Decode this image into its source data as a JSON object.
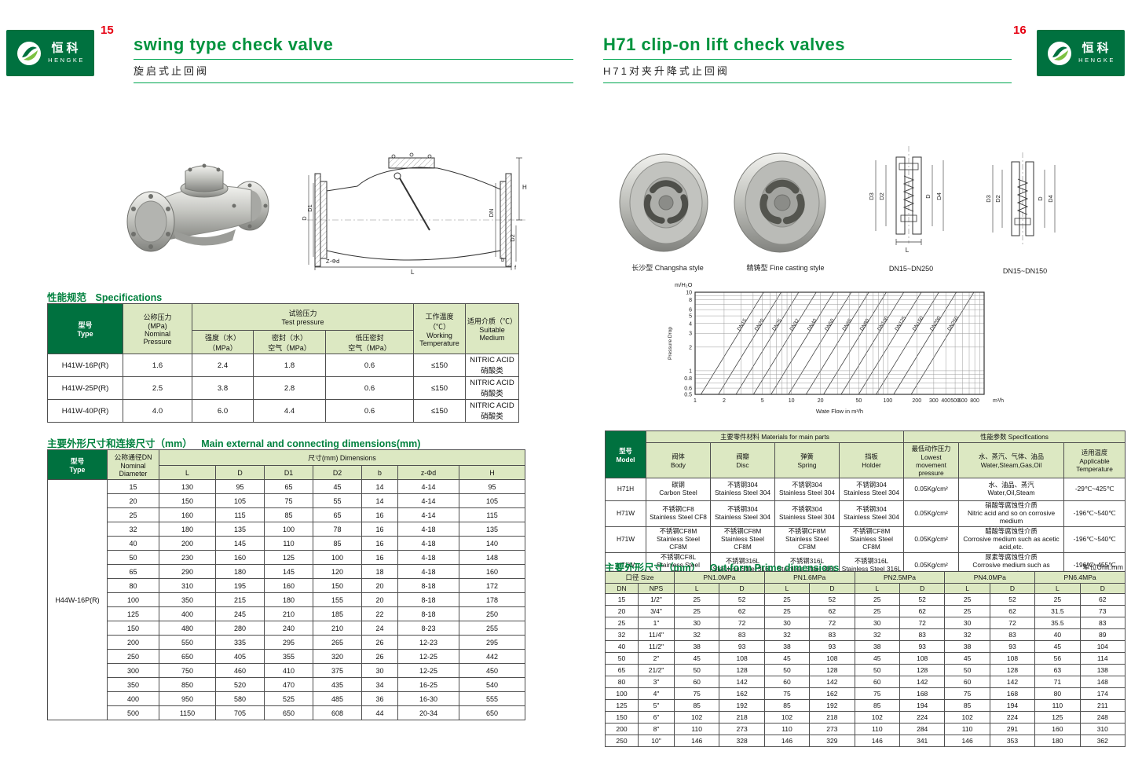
{
  "brand": {
    "zh": "恒科",
    "en": "HENGKE"
  },
  "left_page": {
    "number": "15",
    "title_en": "swing type check valve",
    "title_zh": "旋启式止回阀",
    "spec_heading": {
      "zh": "性能规范",
      "en": "Specifications"
    },
    "spec_table": {
      "h_type": "型号\nType",
      "h_nominal": "公称压力\n(MPa)\nNominal\nPressure",
      "h_test": "试验压力\nTest pressure",
      "h_strength": "强度（水）\n（MPa）",
      "h_seal": "密封（水）\n空气（MPa）",
      "h_lowseal": "低压密封\n空气（MPa）",
      "h_working": "工作温度（℃）\nWorking\nTemperature",
      "h_medium": "适用介质（℃）\nSuitable\nMedium",
      "rows": [
        [
          "H41W-16P(R)",
          "1.6",
          "2.4",
          "1.8",
          "0.6",
          "≤150",
          "NITRIC ACID\n硝酸类"
        ],
        [
          "H41W-25P(R)",
          "2.5",
          "3.8",
          "2.8",
          "0.6",
          "≤150",
          "NITRIC ACID\n硝酸类"
        ],
        [
          "H41W-40P(R)",
          "4.0",
          "6.0",
          "4.4",
          "0.6",
          "≤150",
          "NITRIC ACID\n硝酸类"
        ]
      ]
    },
    "dims_heading": {
      "zh": "主要外形尺寸和连接尺寸（mm）",
      "en": "Main external and connecting dimensions(mm)"
    },
    "dims_table": {
      "h_type": "型号\nType",
      "h_dn": "公称通径DN\nNominal\nDiameter",
      "h_dims": "尺寸(mm) Dimensions",
      "cols": [
        "L",
        "D",
        "D1",
        "D2",
        "b",
        "z-Φd",
        "H"
      ],
      "rows": [
        [
          {
            "t": "H44W-16P(R)",
            "rs": 17,
            "cls": "model-cell"
          },
          "15",
          "130",
          "95",
          "65",
          "45",
          "14",
          "4-14",
          "95"
        ],
        [
          "20",
          "150",
          "105",
          "75",
          "55",
          "14",
          "4-14",
          "105"
        ],
        [
          "25",
          "160",
          "115",
          "85",
          "65",
          "16",
          "4-14",
          "115"
        ],
        [
          "32",
          "180",
          "135",
          "100",
          "78",
          "16",
          "4-18",
          "135"
        ],
        [
          "40",
          "200",
          "145",
          "110",
          "85",
          "16",
          "4-18",
          "140"
        ],
        [
          "50",
          "230",
          "160",
          "125",
          "100",
          "16",
          "4-18",
          "148"
        ],
        [
          "65",
          "290",
          "180",
          "145",
          "120",
          "18",
          "4-18",
          "160"
        ],
        [
          "80",
          "310",
          "195",
          "160",
          "150",
          "20",
          "8-18",
          "172"
        ],
        [
          "100",
          "350",
          "215",
          "180",
          "155",
          "20",
          "8-18",
          "178"
        ],
        [
          "125",
          "400",
          "245",
          "210",
          "185",
          "22",
          "8-18",
          "250"
        ],
        [
          "150",
          "480",
          "280",
          "240",
          "210",
          "24",
          "8-23",
          "255"
        ],
        [
          "200",
          "550",
          "335",
          "295",
          "265",
          "26",
          "12-23",
          "295"
        ],
        [
          "250",
          "650",
          "405",
          "355",
          "320",
          "26",
          "12-25",
          "442"
        ],
        [
          "300",
          "750",
          "460",
          "410",
          "375",
          "30",
          "12-25",
          "450"
        ],
        [
          "350",
          "850",
          "520",
          "470",
          "435",
          "34",
          "16-25",
          "540"
        ],
        [
          "400",
          "950",
          "580",
          "525",
          "485",
          "36",
          "16-30",
          "555"
        ],
        [
          "500",
          "1150",
          "705",
          "650",
          "608",
          "44",
          "20-34",
          "650"
        ]
      ]
    },
    "drawing": {
      "labels": [
        "H",
        "D",
        "D1",
        "DN",
        "D2",
        "Z-Φd",
        "L",
        "b",
        "f"
      ]
    }
  },
  "right_page": {
    "number": "16",
    "title_en": "H71 clip-on lift check valves",
    "title_zh": "H71对夹升降式止回阀",
    "captions": [
      "长沙型 Changsha style",
      "精铸型 Fine casting style",
      "DN15~DN250",
      "DN15~DN150"
    ],
    "drawing1": {
      "labels": [
        "D3",
        "D2",
        "D",
        "D4",
        "L"
      ]
    },
    "drawing2": {
      "labels": [
        "D3",
        "D2",
        "D",
        "D4"
      ]
    },
    "chart_data": {
      "type": "line",
      "title": "m/H₂O",
      "ylabel": "Pressure Drop",
      "xlabel": "Wate Flow in m³/h",
      "x_unit": "m³/h",
      "x_ticks": [
        "1",
        "2",
        "5",
        "10",
        "20",
        "50",
        "100",
        "200",
        "300",
        "400",
        "500",
        "600",
        "800"
      ],
      "y_ticks": [
        "10",
        "8",
        "6",
        "5",
        "4",
        "3",
        "2",
        "1",
        "0.8",
        "0.6",
        "0.5"
      ],
      "x_range": [
        1,
        1000
      ],
      "y_range": [
        0.5,
        10
      ],
      "grid": "on",
      "lines": [
        "DN15",
        "DN20",
        "DN25",
        "DN32",
        "DN40",
        "DN50",
        "DN65",
        "DN80",
        "DN100",
        "DN125",
        "DN150",
        "DN200",
        "DN250"
      ]
    },
    "materials_table": {
      "h_model": "型号\nModel",
      "h_parts": "主要零件材料 Materials for main parts",
      "h_specs": "性能参数 Specifications",
      "h_body": "阀体\nBody",
      "h_disc": "阀瓣\nDisc",
      "h_spring": "弹簧\nSpring",
      "h_holder": "挡板\nHolder",
      "h_pressure": "最低动作压力\nLowest movement\npressure",
      "h_medium": "水、蒸汽、气体、油品\nWater,Steam,Gas,Oil",
      "h_temp": "适用温度\nApplicable\nTemperature",
      "rows": [
        [
          "H71H",
          "碳钢\nCarbon Steel",
          "不锈钢304\nStainless Steel 304",
          "不锈钢304\nStainless Steel 304",
          "不锈钢304\nStainless Steel 304",
          "0.05Kg/cm²",
          "水、油品、蒸汽\nWater,Oil,Steam",
          "-29℃~425℃"
        ],
        [
          "H71W",
          "不锈钢CF8\nStainless Steel CF8",
          "不锈钢304\nStainless Steel 304",
          "不锈钢304\nStainless Steel 304",
          "不锈钢304\nStainless Steel 304",
          "0.05Kg/cm²",
          "硝酸等腐蚀性介质\nNitric acid and so on corrosive medium",
          "-196℃~540℃"
        ],
        [
          "H71W",
          "不锈钢CF8M\nStainless Steel CF8M",
          "不锈钢CF8M\nStainless Steel CF8M",
          "不锈钢CF8M\nStainless Steel CF8M",
          "不锈钢CF8M\nStainless Steel CF8M",
          "0.05Kg/cm²",
          "醋酸等腐蚀性介质\nCorrosive medium such as acetic acid,etc.",
          "-196℃~540℃"
        ],
        [
          "H71W",
          "不锈钢CF8L\nStainless Steel CF8L",
          "不锈钢316L\nStainless Steel 316L",
          "不锈钢316L\nStainless Steel 316L",
          "不锈钢316L\nStainless Steel 316L",
          "0.05Kg/cm²",
          "尿素等腐蚀性介质\nCorrosive medium such as urea,etc.",
          "-196℃~455℃"
        ]
      ]
    },
    "outform_heading": {
      "zh": "主要外形尺寸（mm）",
      "en": "Out-form Prime dimensions",
      "unit": "单位Unit:mm"
    },
    "outform_table": {
      "h_size": "口径 Size",
      "h_dn": "DN",
      "h_nps": "NPS",
      "h_L": "L",
      "h_D": "D",
      "pn": [
        "PN1.0MPa",
        "PN1.6MPa",
        "PN2.5MPa",
        "PN4.0MPa",
        "PN6.4MPa"
      ],
      "rows": [
        [
          "15",
          "1/2\"",
          "25",
          "52",
          "25",
          "52",
          "25",
          "52",
          "25",
          "52",
          "25",
          "62"
        ],
        [
          "20",
          "3/4\"",
          "25",
          "62",
          "25",
          "62",
          "25",
          "62",
          "25",
          "62",
          "31.5",
          "73"
        ],
        [
          "25",
          "1\"",
          "30",
          "72",
          "30",
          "72",
          "30",
          "72",
          "30",
          "72",
          "35.5",
          "83"
        ],
        [
          "32",
          "11/4\"",
          "32",
          "83",
          "32",
          "83",
          "32",
          "83",
          "32",
          "83",
          "40",
          "89"
        ],
        [
          "40",
          "11/2\"",
          "38",
          "93",
          "38",
          "93",
          "38",
          "93",
          "38",
          "93",
          "45",
          "104"
        ],
        [
          "50",
          "2\"",
          "45",
          "108",
          "45",
          "108",
          "45",
          "108",
          "45",
          "108",
          "56",
          "114"
        ],
        [
          "65",
          "21/2\"",
          "50",
          "128",
          "50",
          "128",
          "50",
          "128",
          "50",
          "128",
          "63",
          "138"
        ],
        [
          "80",
          "3\"",
          "60",
          "142",
          "60",
          "142",
          "60",
          "142",
          "60",
          "142",
          "71",
          "148"
        ],
        [
          "100",
          "4\"",
          "75",
          "162",
          "75",
          "162",
          "75",
          "168",
          "75",
          "168",
          "80",
          "174"
        ],
        [
          "125",
          "5\"",
          "85",
          "192",
          "85",
          "192",
          "85",
          "194",
          "85",
          "194",
          "110",
          "211"
        ],
        [
          "150",
          "6\"",
          "102",
          "218",
          "102",
          "218",
          "102",
          "224",
          "102",
          "224",
          "125",
          "248"
        ],
        [
          "200",
          "8\"",
          "110",
          "273",
          "110",
          "273",
          "110",
          "284",
          "110",
          "291",
          "160",
          "310"
        ],
        [
          "250",
          "10\"",
          "146",
          "328",
          "146",
          "329",
          "146",
          "341",
          "146",
          "353",
          "180",
          "362"
        ]
      ]
    }
  }
}
